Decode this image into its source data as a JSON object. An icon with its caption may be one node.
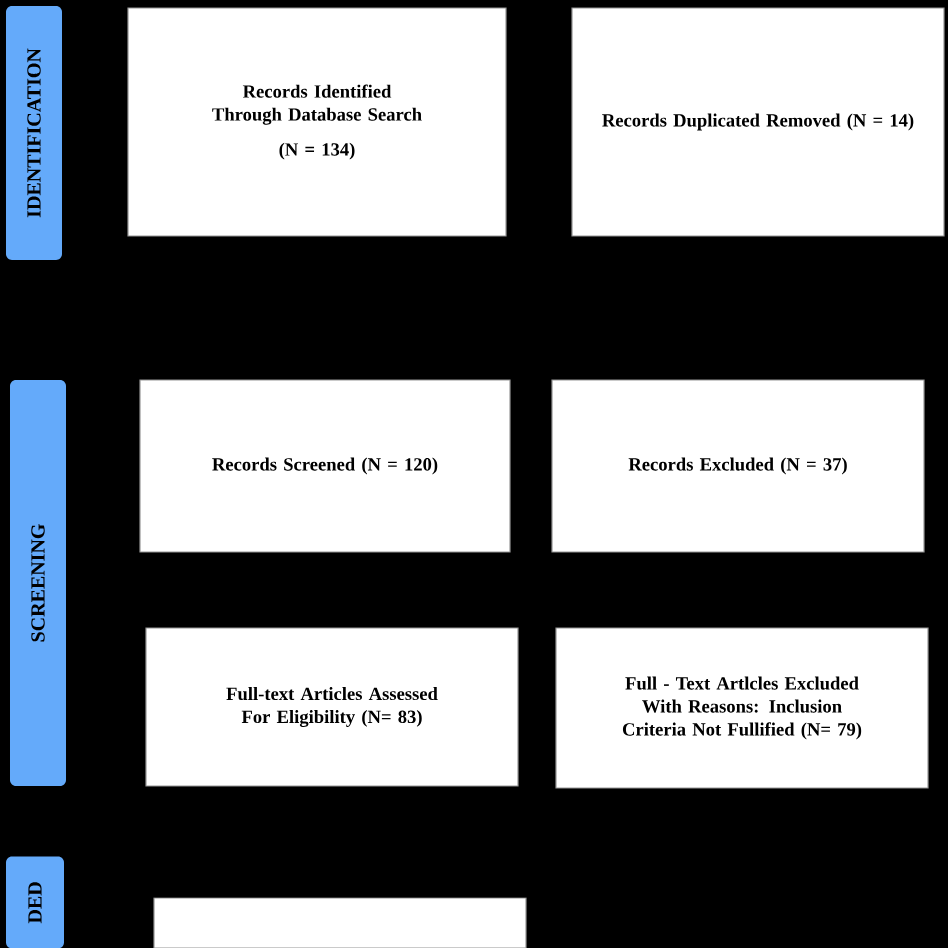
{
  "diagram": {
    "nodes": [
      {
        "text": [
          "IDENTIFICATION"
        ]
      },
      {
        "text": [
          "Records Identified Through Database Search",
          "(N = 134)"
        ]
      },
      {
        "text": [
          "Records Duplicated Removed (N = 14)"
        ]
      },
      {
        "text": [
          "SCREENING"
        ]
      },
      {
        "text": [
          "Records Screened (N = 120)"
        ]
      },
      {
        "text": [
          "Records Excluded (N = 37)"
        ]
      },
      {
        "text": [
          "Full-text Articles Assessed For Eligibility (N= 83)"
        ]
      },
      {
        "text": [
          "Full - Text Artlcles Excluded With Reasons: Inclusion Criteria Not Fullified (N= 79)"
        ]
      },
      {
        "text": [
          "DED"
        ]
      },
      {
        "text": [],
        "shape": "box"
      }
    ]
  }
}
